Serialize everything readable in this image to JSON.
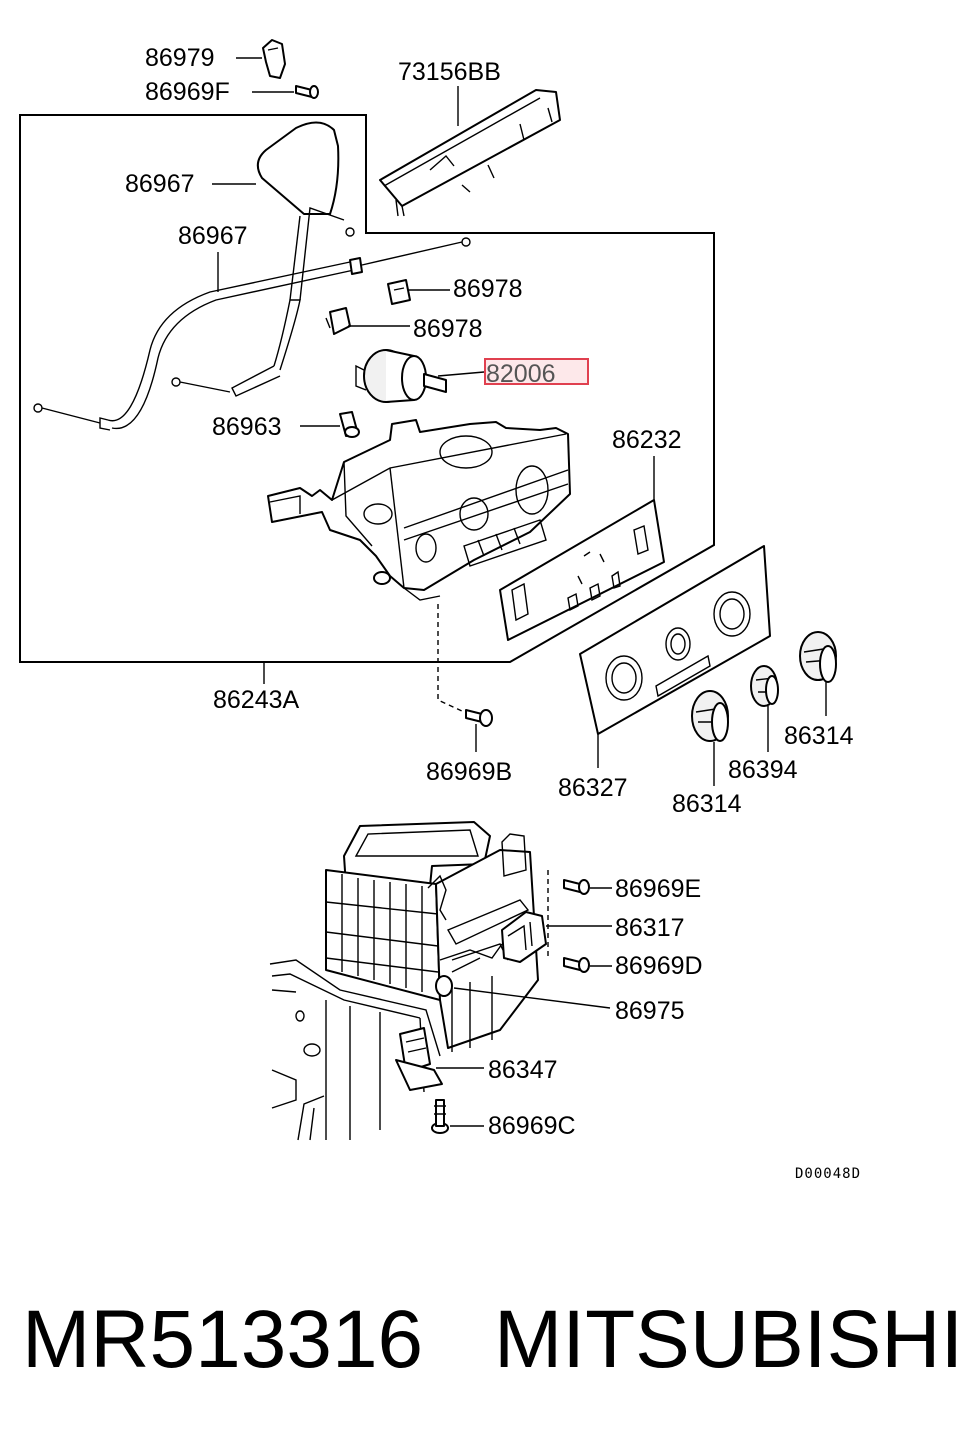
{
  "labels": {
    "l86979": "86979",
    "l86969F": "86969F",
    "l73156BB": "73156BB",
    "l86967a": "86967",
    "l86967b": "86967",
    "l86978a": "86978",
    "l86978b": "86978",
    "l82006": "82006",
    "l86963": "86963",
    "l86232": "86232",
    "l86243A": "86243A",
    "l86969B": "86969B",
    "l86327": "86327",
    "l86314a": "86314",
    "l86394": "86394",
    "l86314b": "86314",
    "l86969E": "86969E",
    "l86317": "86317",
    "l86969D": "86969D",
    "l86975": "86975",
    "l86347": "86347",
    "l86969C": "86969C",
    "code": "D00048D"
  },
  "highlight": {
    "part": "82006",
    "color": "#e0404f"
  },
  "footer": {
    "part_number": "MR513316",
    "brand": "MITSUBISHI"
  }
}
